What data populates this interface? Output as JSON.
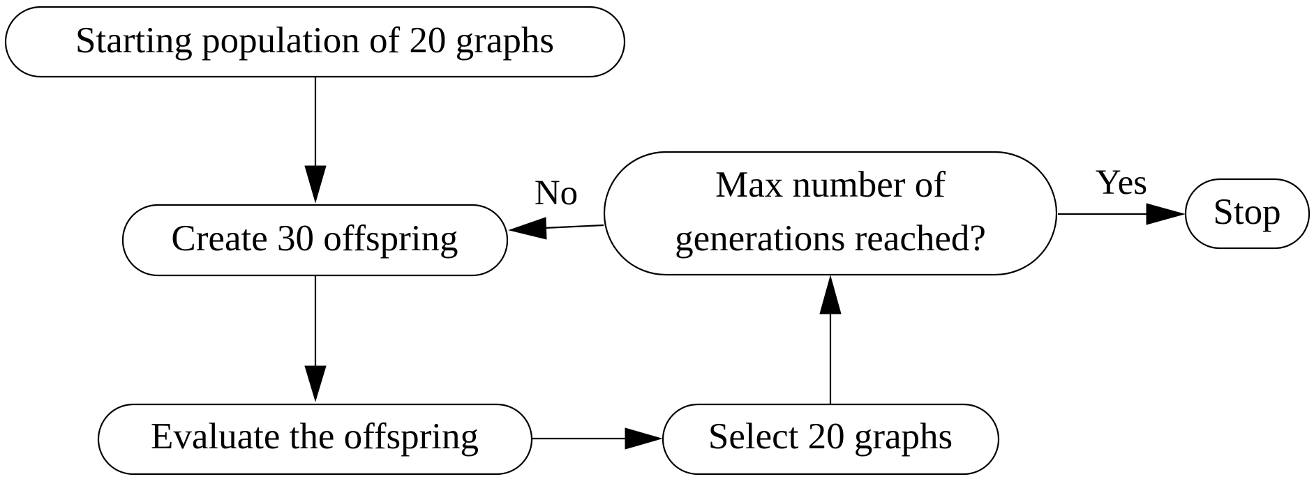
{
  "nodes": {
    "start": {
      "label": "Starting population of 20 graphs"
    },
    "create": {
      "label": "Create 30 offspring"
    },
    "evaluate": {
      "label": "Evaluate the offspring"
    },
    "select": {
      "label": "Select 20 graphs"
    },
    "decision": {
      "label_line1": "Max number of",
      "label_line2": "generations reached?"
    },
    "stop": {
      "label": "Stop"
    }
  },
  "edges": {
    "no_label": "No",
    "yes_label": "Yes"
  }
}
